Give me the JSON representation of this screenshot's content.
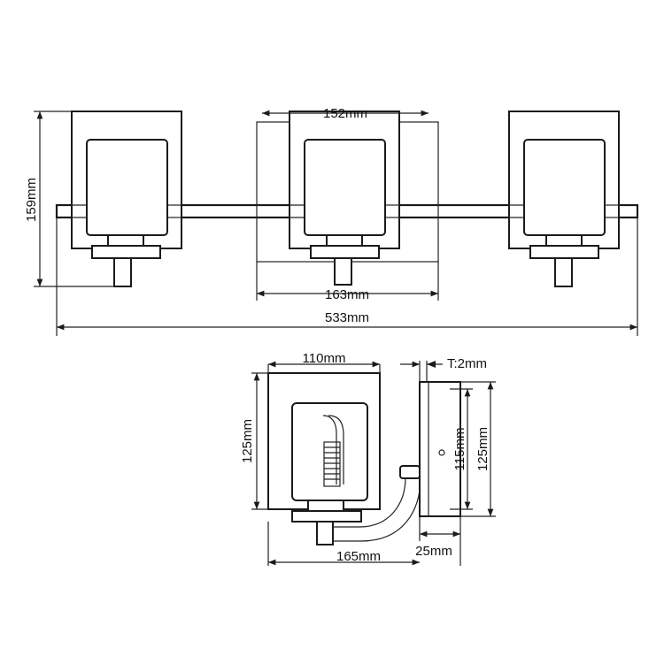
{
  "front_view": {
    "glass_width": "152mm",
    "canopy_width": "163mm",
    "overall_width": "533mm",
    "height": "159mm"
  },
  "side_view": {
    "shade_depth": "110mm",
    "shade_height": "125mm",
    "thickness": "T:2mm",
    "backplate_inner_height": "115mm",
    "backplate_height": "125mm",
    "overall_depth": "165mm",
    "backplate_depth": "25mm"
  }
}
